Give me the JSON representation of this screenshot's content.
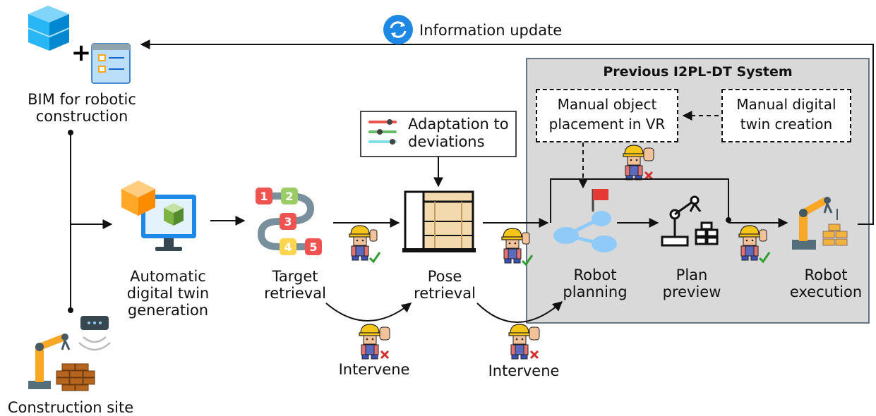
{
  "diagram": {
    "top_arrow_label": "Information update",
    "bim_label": [
      "BIM for robotic",
      "construction"
    ],
    "site_label": "Construction site",
    "adt_label": [
      "Automatic",
      "digital twin",
      "generation"
    ],
    "target_label": [
      "Target",
      "retrieval"
    ],
    "pose_label": [
      "Pose",
      "retrieval"
    ],
    "adaptation_label": [
      "Adaptation to",
      "deviations"
    ],
    "intervene_label": "Intervene",
    "system_title": "Previous I2PL-DT System",
    "manual_placement": [
      "Manual object",
      "placement in VR"
    ],
    "manual_twin": [
      "Manual digital",
      "twin creation"
    ],
    "robot_planning_label": [
      "Robot",
      "planning"
    ],
    "plan_preview_label": [
      "Plan",
      "preview"
    ],
    "robot_execution_label": [
      "Robot",
      "execution"
    ],
    "steps": [
      "1",
      "2",
      "3",
      "4",
      "5"
    ],
    "colors": {
      "system_bg": "#d9d9d9",
      "system_border": "#3d4f66",
      "sync_blue": "#1e88e5",
      "worker_yellow": "#f5c518",
      "approve_green": "#2e9e2e",
      "reject_red": "#d32f2f",
      "node_blue": "#90caf9",
      "flag_red": "#e53935",
      "bim_cyan": "#29b6f6",
      "cube_orange": "#ffa726",
      "cube_green": "#7cb342",
      "brick": "#b5651d"
    }
  }
}
